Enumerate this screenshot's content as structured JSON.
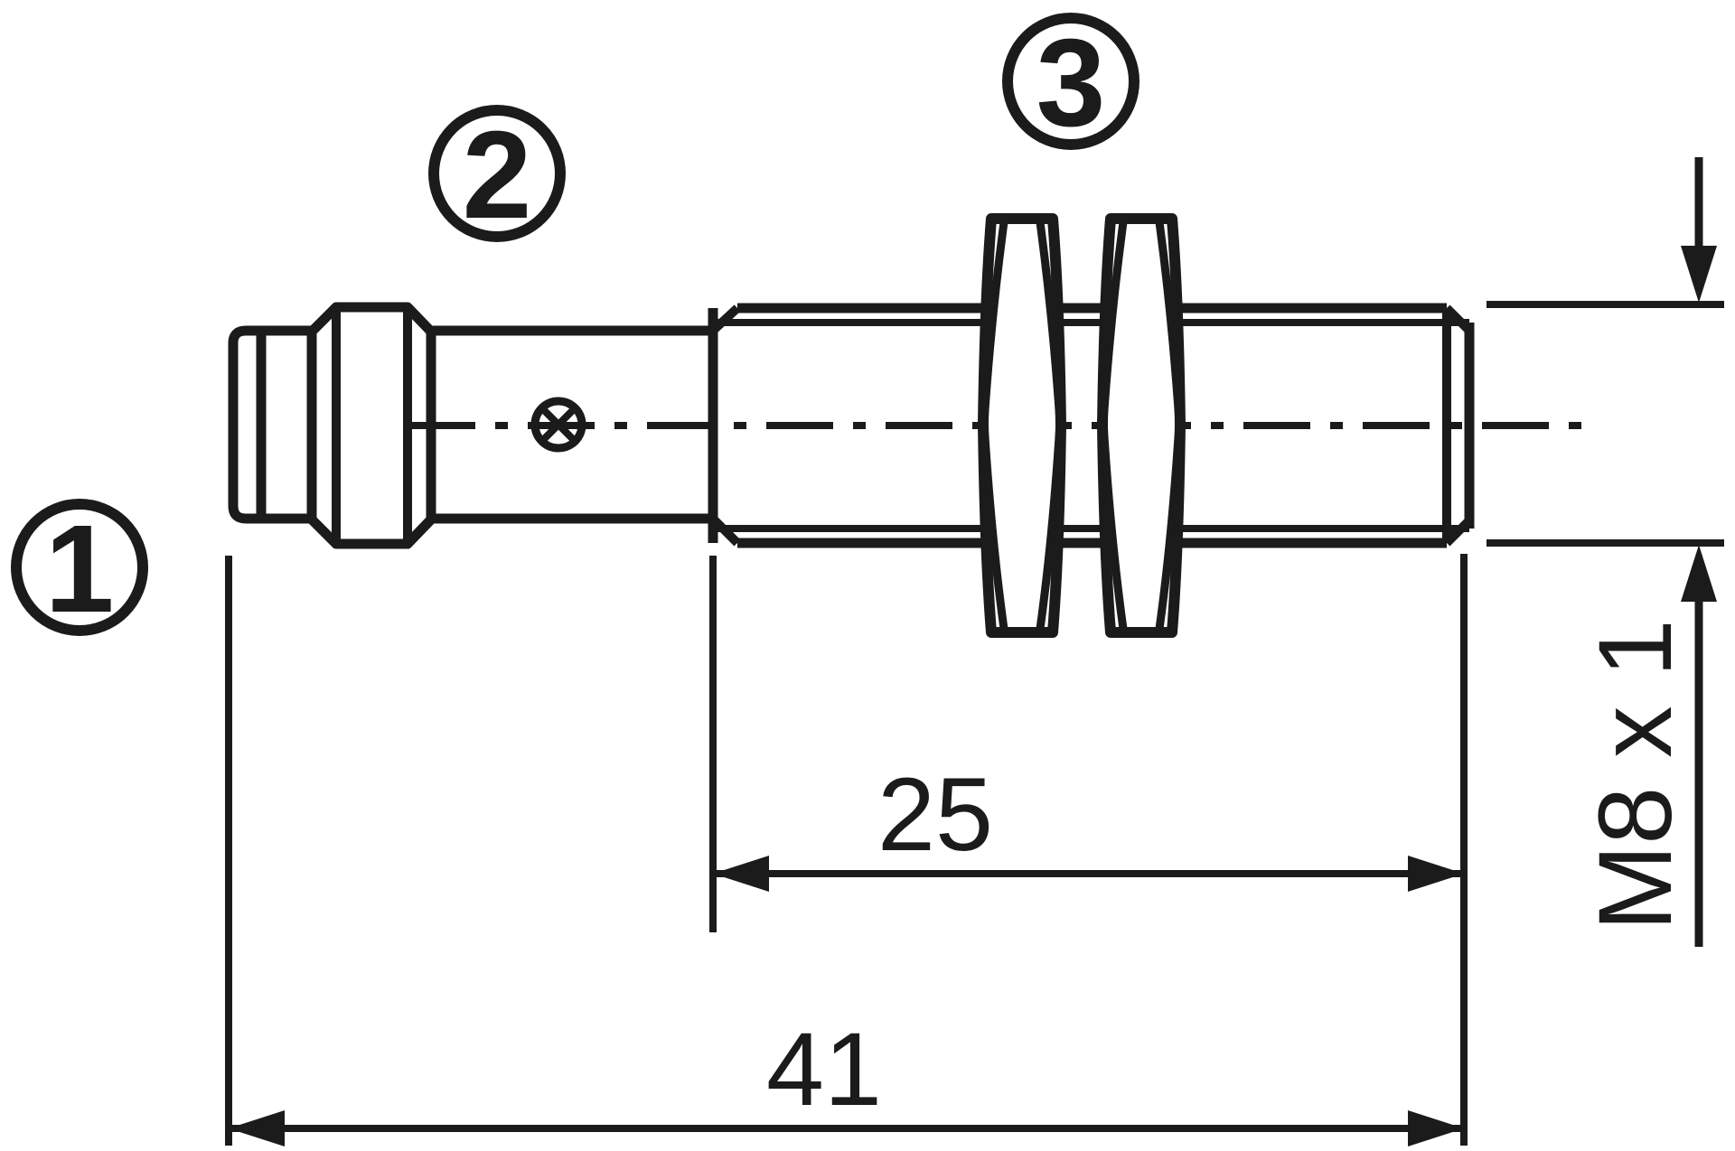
{
  "drawing": {
    "background_color": "#ffffff",
    "line_color": "#1b1b1b",
    "callouts": {
      "one": "1",
      "two": "2",
      "three": "3"
    },
    "dimensions": {
      "thread_length": "25",
      "total_length": "41",
      "thread_spec": "M8 x 1"
    },
    "icons": {
      "led_indicator": "circle-with-diagonal-cross",
      "centerline": "dash-dot-axis-line"
    }
  }
}
